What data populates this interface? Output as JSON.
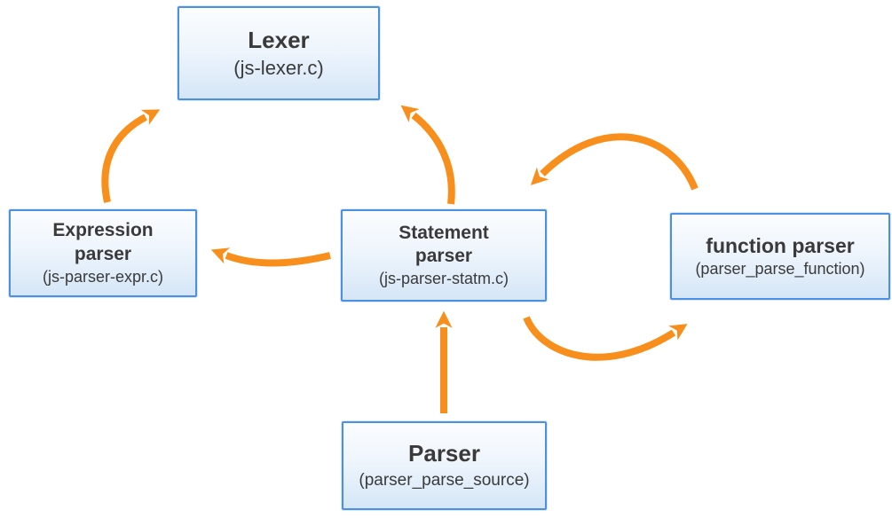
{
  "diagram": {
    "colors": {
      "arrow": "#F88E1B",
      "box_border": "#4B90E2",
      "box_fill_top": "#FBFDFF",
      "box_fill_bottom": "#D5E6F7",
      "text": "#3A3A3A",
      "background": "#FFFFFF"
    },
    "nodes": {
      "lexer": {
        "title": "Lexer",
        "subtitle": "(js-lexer.c)"
      },
      "expression_parser": {
        "title": "Expression\nparser",
        "subtitle": "(js-parser-expr.c)"
      },
      "statement_parser": {
        "title": "Statement\nparser",
        "subtitle": "(js-parser-statm.c)"
      },
      "function_parser": {
        "title": "function parser",
        "subtitle": "(parser_parse_function)"
      },
      "parser": {
        "title": "Parser",
        "subtitle": "(parser_parse_source)"
      }
    },
    "edges": [
      {
        "from": "expression_parser",
        "to": "lexer"
      },
      {
        "from": "statement_parser",
        "to": "lexer"
      },
      {
        "from": "statement_parser",
        "to": "expression_parser"
      },
      {
        "from": "function_parser",
        "to": "statement_parser"
      },
      {
        "from": "statement_parser",
        "to": "function_parser"
      },
      {
        "from": "parser",
        "to": "statement_parser"
      }
    ]
  }
}
